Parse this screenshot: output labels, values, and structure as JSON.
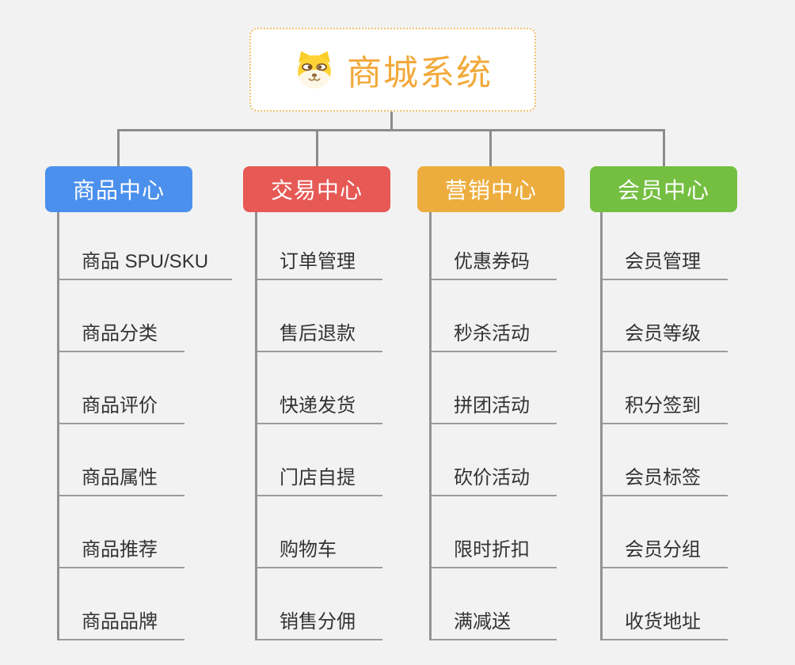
{
  "root": {
    "title": "商城系统",
    "icon": "dog-face-icon"
  },
  "branches": [
    {
      "label": "商品中心",
      "color": "#4b90ec",
      "children": [
        {
          "label": "商品 SPU/SKU"
        },
        {
          "label": "商品分类"
        },
        {
          "label": "商品评价"
        },
        {
          "label": "商品属性"
        },
        {
          "label": "商品推荐"
        },
        {
          "label": "商品品牌"
        }
      ]
    },
    {
      "label": "交易中心",
      "color": "#e65955",
      "children": [
        {
          "label": "订单管理"
        },
        {
          "label": "售后退款"
        },
        {
          "label": "快递发货"
        },
        {
          "label": "门店自提"
        },
        {
          "label": "购物车"
        },
        {
          "label": "销售分佣"
        }
      ]
    },
    {
      "label": "营销中心",
      "color": "#edad3e",
      "children": [
        {
          "label": "优惠券码"
        },
        {
          "label": "秒杀活动"
        },
        {
          "label": "拼团活动"
        },
        {
          "label": "砍价活动"
        },
        {
          "label": "限时折扣"
        },
        {
          "label": "满减送"
        }
      ]
    },
    {
      "label": "会员中心",
      "color": "#74bf41",
      "children": [
        {
          "label": "会员管理"
        },
        {
          "label": "会员等级"
        },
        {
          "label": "积分签到"
        },
        {
          "label": "会员标签"
        },
        {
          "label": "会员分组"
        },
        {
          "label": "收货地址"
        }
      ]
    }
  ],
  "colors": {
    "background": "#f2f2f2",
    "connector": "#8c8c8c",
    "leaf_line": "#9b9b9b",
    "leaf_text": "#333333",
    "root_border": "#f2bf6b",
    "root_text": "#f2a93b"
  }
}
